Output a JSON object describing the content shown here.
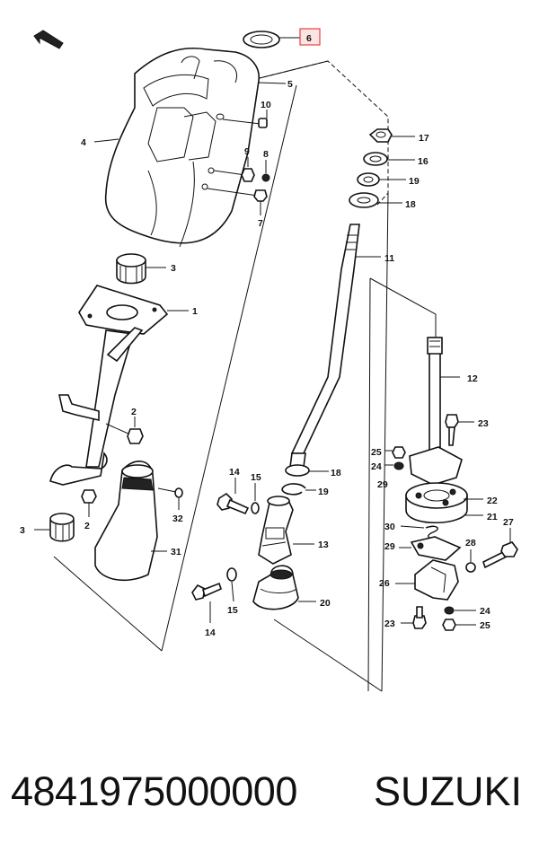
{
  "callouts": {
    "n1": "1",
    "n2a": "2",
    "n2b": "2",
    "n3a": "3",
    "n3b": "3",
    "n4": "4",
    "n5": "5",
    "n6": "6",
    "n7": "7",
    "n8": "8",
    "n9": "9",
    "n10": "10",
    "n11": "11",
    "n12": "12",
    "n13": "13",
    "n14a": "14",
    "n14b": "14",
    "n15a": "15",
    "n15b": "15",
    "n16": "16",
    "n17": "17",
    "n18a": "18",
    "n18b": "18",
    "n19a": "19",
    "n19b": "19",
    "n20": "20",
    "n21": "21",
    "n22": "22",
    "n23a": "23",
    "n23b": "23",
    "n24a": "24",
    "n24b": "24",
    "n25a": "25",
    "n25b": "25",
    "n26": "26",
    "n27": "27",
    "n28": "28",
    "n29a": "29",
    "n29b": "29",
    "n30": "30",
    "n31": "31",
    "n32": "32"
  },
  "highlight": {
    "part": "6",
    "color": "#e8403a",
    "fill": "#fde4e4"
  },
  "footer": {
    "part_number": "4841975000000",
    "brand": "SUZUKI"
  },
  "icons": {
    "front_arrow": "front-arrow-icon"
  }
}
